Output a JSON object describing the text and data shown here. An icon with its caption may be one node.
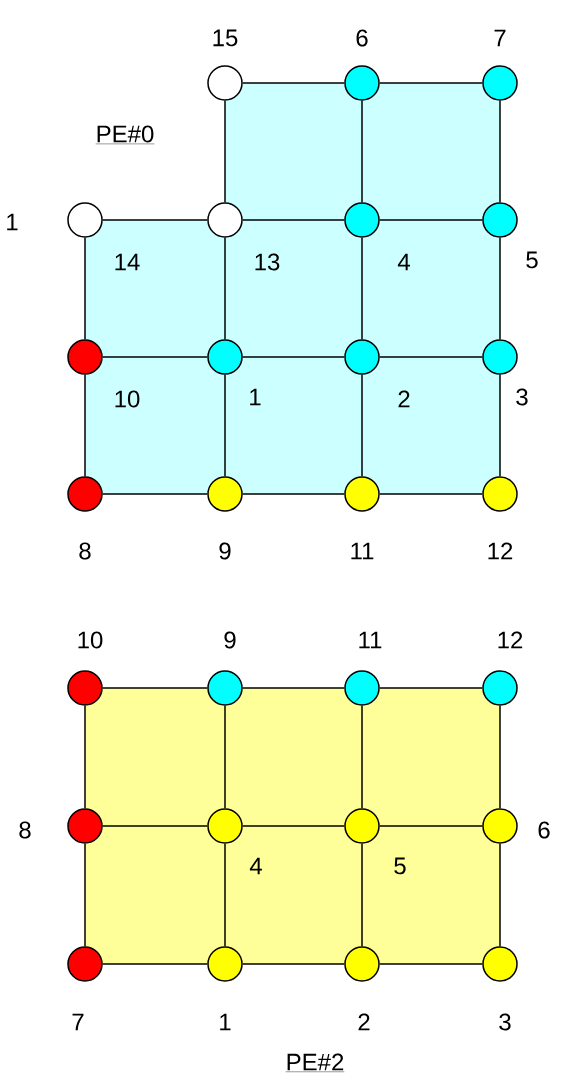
{
  "diagram": {
    "nodes": [
      {
        "text": [],
        "shape": "circle",
        "beside": [
          "15"
        ]
      },
      {
        "text": [],
        "shape": "circle",
        "beside": [
          "6"
        ]
      },
      {
        "text": [],
        "shape": "circle",
        "beside": [
          "7"
        ]
      },
      {
        "text": [],
        "shape": "circle",
        "beside": [
          "14"
        ]
      },
      {
        "text": [],
        "shape": "circle",
        "beside": [
          "13"
        ]
      },
      {
        "text": [],
        "shape": "circle",
        "beside": [
          "4"
        ]
      },
      {
        "text": [],
        "shape": "circle",
        "beside": [
          "5"
        ]
      },
      {
        "text": [],
        "shape": "circle",
        "beside": [
          "10"
        ]
      },
      {
        "text": [],
        "shape": "circle",
        "beside": [
          "1"
        ]
      },
      {
        "text": [],
        "shape": "circle",
        "beside": [
          "2"
        ]
      },
      {
        "text": [],
        "shape": "circle",
        "beside": [
          "3"
        ]
      },
      {
        "text": [],
        "shape": "circle",
        "beside": [
          "8"
        ]
      },
      {
        "text": [],
        "shape": "circle",
        "beside": [
          "9"
        ]
      },
      {
        "text": [],
        "shape": "circle",
        "beside": [
          "11"
        ]
      },
      {
        "text": [],
        "shape": "circle",
        "beside": [
          "12"
        ]
      },
      {
        "text": [],
        "shape": "circle",
        "beside": [
          "10"
        ]
      },
      {
        "text": [],
        "shape": "circle",
        "beside": [
          "9"
        ]
      },
      {
        "text": [],
        "shape": "circle",
        "beside": [
          "11"
        ]
      },
      {
        "text": [],
        "shape": "circle",
        "beside": [
          "12"
        ]
      },
      {
        "text": [],
        "shape": "circle",
        "beside": [
          "8"
        ]
      },
      {
        "text": [],
        "shape": "circle",
        "beside": [
          "4"
        ]
      },
      {
        "text": [],
        "shape": "circle",
        "beside": [
          "5"
        ]
      },
      {
        "text": [],
        "shape": "circle",
        "beside": [
          "6"
        ]
      },
      {
        "text": [],
        "shape": "circle",
        "beside": [
          "7"
        ]
      },
      {
        "text": [],
        "shape": "circle",
        "beside": [
          "1"
        ]
      },
      {
        "text": [],
        "shape": "circle",
        "beside": [
          "2"
        ]
      },
      {
        "text": [],
        "shape": "circle",
        "beside": [
          "3"
        ]
      }
    ],
    "edges": [
      {
        "from": 0,
        "to": 1,
        "arrow": "none"
      },
      {
        "from": 1,
        "to": 2,
        "arrow": "none"
      },
      {
        "from": 0,
        "to": 4,
        "arrow": "none"
      },
      {
        "from": 1,
        "to": 5,
        "arrow": "none"
      },
      {
        "from": 2,
        "to": 6,
        "arrow": "none"
      },
      {
        "from": 3,
        "to": 4,
        "arrow": "none"
      },
      {
        "from": 4,
        "to": 5,
        "arrow": "none"
      },
      {
        "from": 5,
        "to": 6,
        "arrow": "none"
      },
      {
        "from": 3,
        "to": 7,
        "arrow": "none"
      },
      {
        "from": 4,
        "to": 8,
        "arrow": "none"
      },
      {
        "from": 5,
        "to": 9,
        "arrow": "none"
      },
      {
        "from": 6,
        "to": 10,
        "arrow": "none"
      },
      {
        "from": 7,
        "to": 8,
        "arrow": "none"
      },
      {
        "from": 8,
        "to": 9,
        "arrow": "none"
      },
      {
        "from": 9,
        "to": 10,
        "arrow": "none"
      },
      {
        "from": 7,
        "to": 11,
        "arrow": "none"
      },
      {
        "from": 8,
        "to": 12,
        "arrow": "none"
      },
      {
        "from": 9,
        "to": 13,
        "arrow": "none"
      },
      {
        "from": 10,
        "to": 14,
        "arrow": "none"
      },
      {
        "from": 11,
        "to": 12,
        "arrow": "none"
      },
      {
        "from": 12,
        "to": 13,
        "arrow": "none"
      },
      {
        "from": 13,
        "to": 14,
        "arrow": "none"
      },
      {
        "from": 15,
        "to": 16,
        "arrow": "none"
      },
      {
        "from": 16,
        "to": 17,
        "arrow": "none"
      },
      {
        "from": 17,
        "to": 18,
        "arrow": "none"
      },
      {
        "from": 15,
        "to": 19,
        "arrow": "none"
      },
      {
        "from": 16,
        "to": 20,
        "arrow": "none"
      },
      {
        "from": 17,
        "to": 21,
        "arrow": "none"
      },
      {
        "from": 18,
        "to": 22,
        "arrow": "none"
      },
      {
        "from": 19,
        "to": 20,
        "arrow": "none"
      },
      {
        "from": 20,
        "to": 21,
        "arrow": "none"
      },
      {
        "from": 21,
        "to": 22,
        "arrow": "none"
      },
      {
        "from": 19,
        "to": 23,
        "arrow": "none"
      },
      {
        "from": 20,
        "to": 24,
        "arrow": "none"
      },
      {
        "from": 21,
        "to": 25,
        "arrow": "none"
      },
      {
        "from": 22,
        "to": 26,
        "arrow": "none"
      },
      {
        "from": 23,
        "to": 24,
        "arrow": "none"
      },
      {
        "from": 24,
        "to": 25,
        "arrow": "none"
      },
      {
        "from": 25,
        "to": 26,
        "arrow": "none"
      }
    ],
    "labels": [
      "PE#0",
      "1",
      "PE#2"
    ]
  }
}
